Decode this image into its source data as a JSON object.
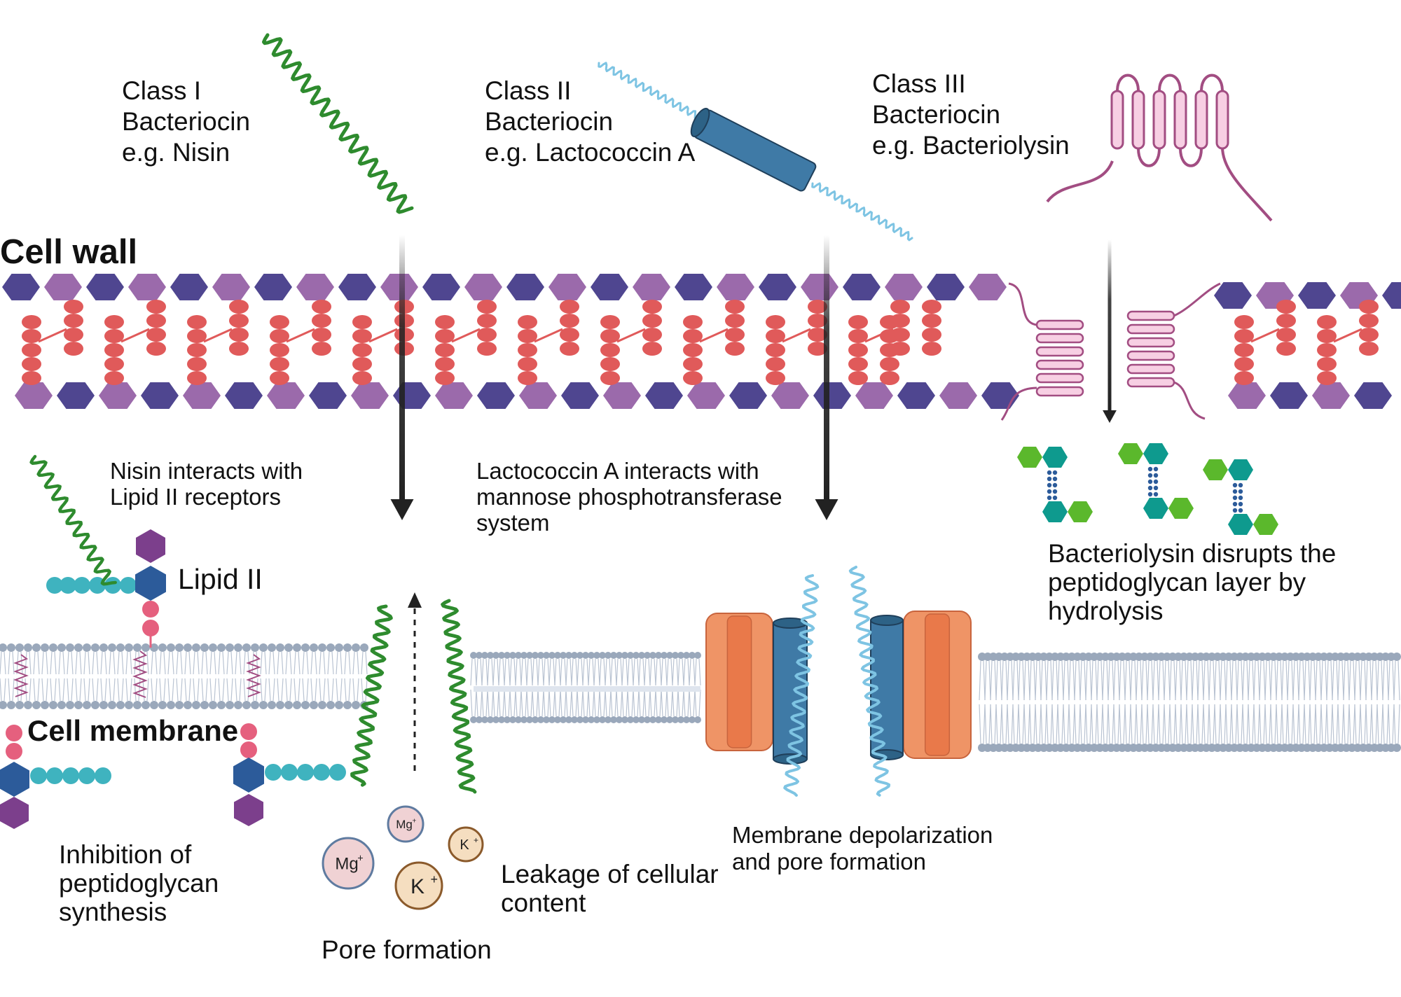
{
  "class1": {
    "line1": "Class I",
    "line2": "Bacteriocin",
    "line3": "e.g. Nisin"
  },
  "class2": {
    "line1": "Class II",
    "line2": "Bacteriocin",
    "line3": "e.g. Lactococcin A"
  },
  "class3": {
    "line1": "Class III",
    "line2": "Bacteriocin",
    "line3": "e.g. Bacteriolysin"
  },
  "cell_wall_label": "Cell wall",
  "cell_membrane_label": "Cell membrane",
  "lipid2_label": "Lipid II",
  "nisin_note": {
    "line1": "Nisin interacts with",
    "line2": "Lipid II receptors"
  },
  "lacto_note": {
    "line1": "Lactococcin A interacts with",
    "line2": "mannose phosphotransferase",
    "line3": "system"
  },
  "bacterio_note": {
    "line1": "Bacteriolysin disrupts the",
    "line2": "peptidoglycan layer by",
    "line3": "hydrolysis"
  },
  "inhibition_note": {
    "line1": "Inhibition of",
    "line2": "peptidoglycan",
    "line3": "synthesis"
  },
  "pore_formation": "Pore formation",
  "leakage_note": {
    "line1": "Leakage of cellular",
    "line2": "content"
  },
  "depol_note": {
    "line1": "Membrane depolarization",
    "line2": "and pore formation"
  },
  "ions": {
    "mg": "Mg",
    "k": "K",
    "plus": "+"
  },
  "colors": {
    "hex_dark": "#4f4690",
    "hex_light": "#9b6aab",
    "peptide": "#e05a5a",
    "nisin": "#2e8b2e",
    "lacto_helix": "#7ec4e3",
    "lacto_barrel": "#3f7aa6",
    "bacteriolysin": "#a24d82",
    "lipid_tail": "#3fb3bf",
    "lipid_hex_blue": "#2c5b9a",
    "lipid_hex_purple": "#7c3f8c",
    "lipid_pink": "#e5607e",
    "transporter": "#ef9466",
    "membrane_head": "#9aa8bb",
    "ion_mg": "#f0d2d4",
    "ion_k": "#f5dec0"
  }
}
